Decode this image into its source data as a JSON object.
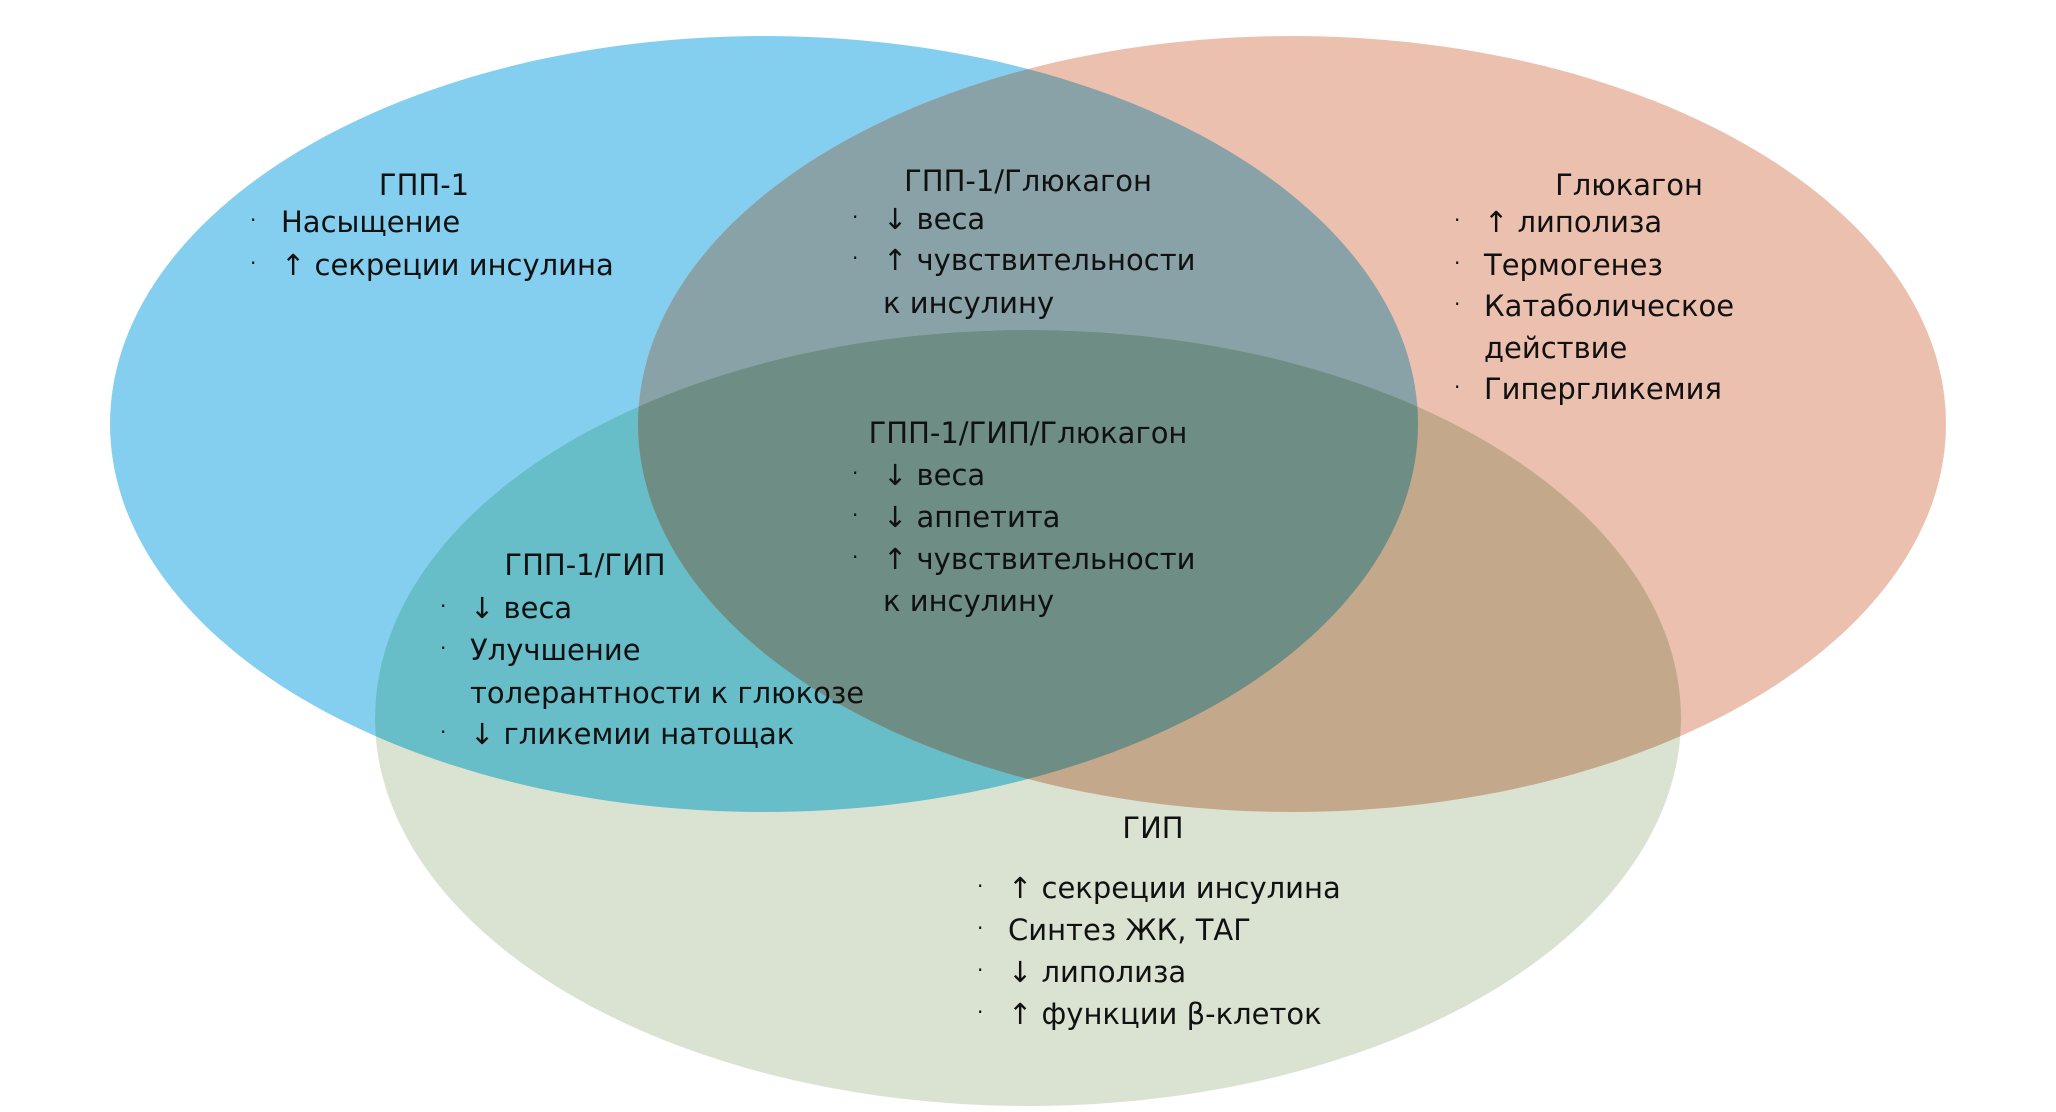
{
  "colors": {
    "glp1": "#84CFF0",
    "glucagon": "#ECC0AF",
    "gip": "#DAE3D2",
    "glp1_glucagon": "#89A2A8",
    "glp1_gip": "#67BDC8",
    "gip_glucagon": "#C4A88B",
    "triple": "#6E8D85"
  },
  "sets": {
    "glp1": {
      "title": "ГПП-1",
      "items": [
        "Насыщение",
        "↑ секреции инсулина"
      ]
    },
    "glp1_glucagon": {
      "title": "ГПП-1/Глюкагон",
      "items": [
        "↓ веса",
        "↑ чувствительности",
        "к инсулину"
      ]
    },
    "glucagon": {
      "title": "Глюкагон",
      "items": [
        "↑ липолиза",
        "Термогенез",
        "Катаболическое",
        "действие",
        "Гипергликемия"
      ]
    },
    "triple": {
      "title": "ГПП-1/ГИП/Глюкагон",
      "items": [
        "↓ веса",
        "↓ аппетита",
        "↑ чувствительности",
        "к инсулину"
      ]
    },
    "glp1_gip": {
      "title": "ГПП-1/ГИП",
      "items": [
        "↓ веса",
        "Улучшение",
        "толерантности к глюкозе",
        "↓ гликемии натощак"
      ]
    },
    "gip": {
      "title": "ГИП",
      "items": [
        "↑ секреции инсулина",
        "Синтез ЖК, ТАГ",
        "↓ липолиза",
        "↑ функции β-клеток"
      ]
    }
  },
  "bullet": "·"
}
